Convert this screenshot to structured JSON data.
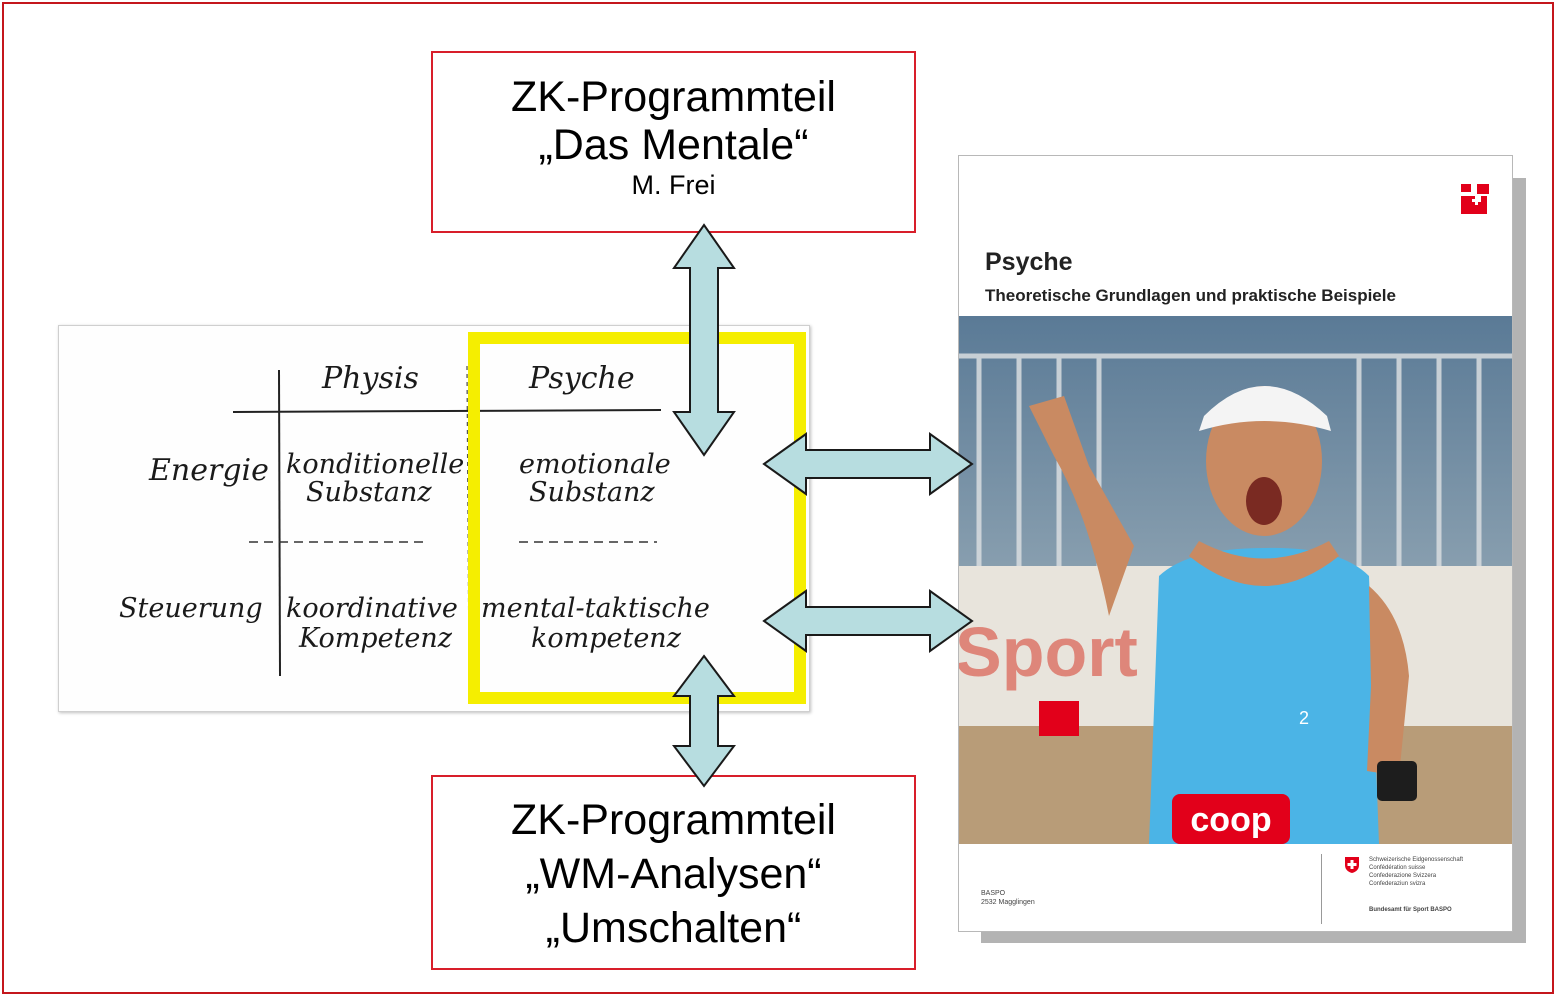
{
  "program_boxes": {
    "top": {
      "line1": "ZK-Programmteil",
      "line2": "„Das Mentale“",
      "line3": "M. Frei"
    },
    "bottom": {
      "line1": "ZK-Programmteil",
      "line2": "„WM-Analysen“",
      "line3": "„Umschalten“"
    }
  },
  "matrix": {
    "col_physis": "Physis",
    "col_psyche": "Psyche",
    "row_energie": "Energie",
    "row_steuerung": "Steuerung",
    "energie_physis": [
      "konditionelle",
      "Substanz"
    ],
    "energie_psyche": [
      "emotionale",
      "Substanz"
    ],
    "steuerung_physis": [
      "koordinative",
      "Kompetenz"
    ],
    "steuerung_psyche": [
      "mental-taktische",
      "kompetenz"
    ],
    "highlight_color": "#f5ee00"
  },
  "book": {
    "title": "Psyche",
    "subtitle": "Theoretische Grundlagen und praktische Beispiele",
    "publisher_line1": "BASPO",
    "publisher_line2": "2532 Magglingen",
    "confed_lines": [
      "Schweizerische Eidgenossenschaft",
      "Confédération suisse",
      "Confederazione Svizzera",
      "Confederaziun svizra"
    ],
    "office": "Bundesamt für Sport BASPO",
    "jersey_number": "2",
    "sponsor": "coop",
    "brand_color": "#e2001a"
  },
  "colors": {
    "arrow_fill": "#b7dde0",
    "box_border": "#d81e2a"
  }
}
